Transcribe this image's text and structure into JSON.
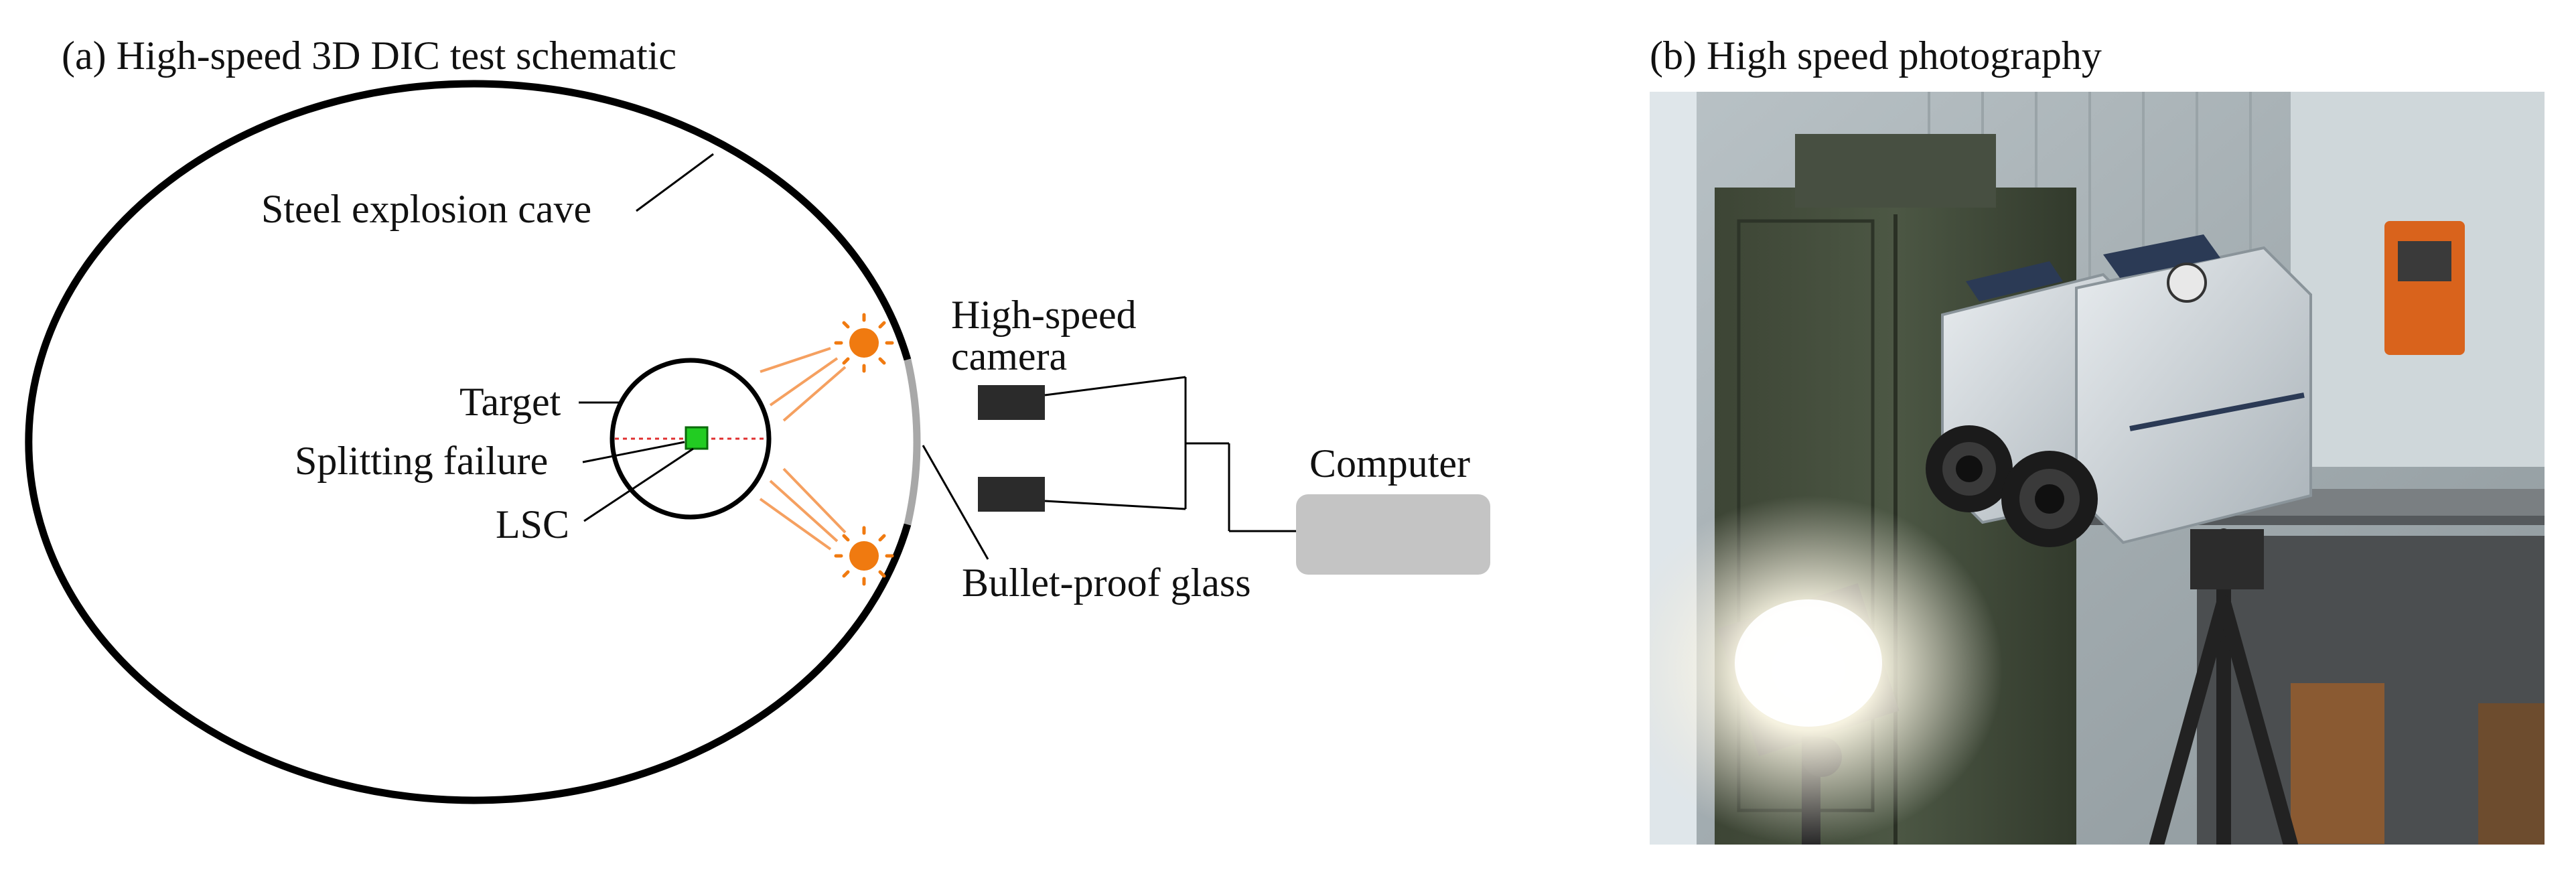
{
  "panel_a": {
    "title": "(a) High-speed 3D DIC test schematic",
    "labels": {
      "cave": "Steel explosion cave",
      "target": "Target",
      "splitting": "Splitting failure",
      "lsc": "LSC",
      "camera_line1": "High-speed",
      "camera_line2": "camera",
      "computer": "Computer",
      "glass": "Bullet-proof glass"
    },
    "colors": {
      "light": "#f07a10",
      "specimen": "#22cc22",
      "crack": "#e03030",
      "camera": "#2b2b2b",
      "computer": "#c4c4c4",
      "glass": "#a8a8a8"
    }
  },
  "panel_b": {
    "title": "(b) High speed photography",
    "photo_subject": "two high-speed cameras on tripod with lamp in front of green cabinet"
  }
}
